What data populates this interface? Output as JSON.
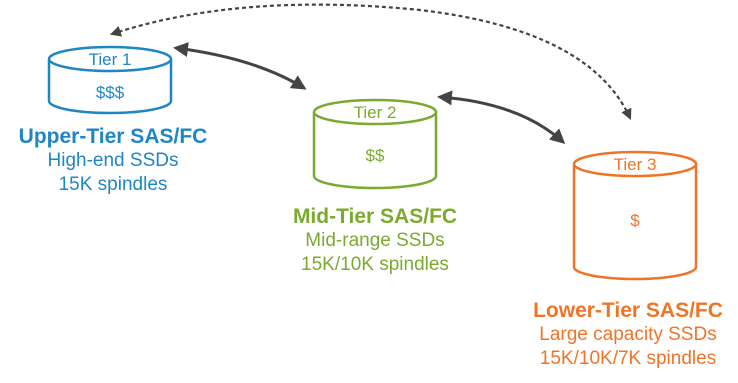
{
  "tiers": [
    {
      "label": "Tier 1",
      "cost": "$$$",
      "title": "Upper-Tier SAS/FC",
      "line1": "High-end SSDs",
      "line2": "15K spindles",
      "color": "#1f86c6"
    },
    {
      "label": "Tier 2",
      "cost": "$$",
      "title": "Mid-Tier SAS/FC",
      "line1": "Mid-range SSDs",
      "line2": "15K/10K spindles",
      "color": "#7aab2e"
    },
    {
      "label": "Tier 3",
      "cost": "$",
      "title": "Lower-Tier SAS/FC",
      "line1": "Large capacity SSDs",
      "line2": "15K/10K/7K spindles",
      "color": "#ef7428"
    }
  ],
  "arrow_color": "#444444"
}
